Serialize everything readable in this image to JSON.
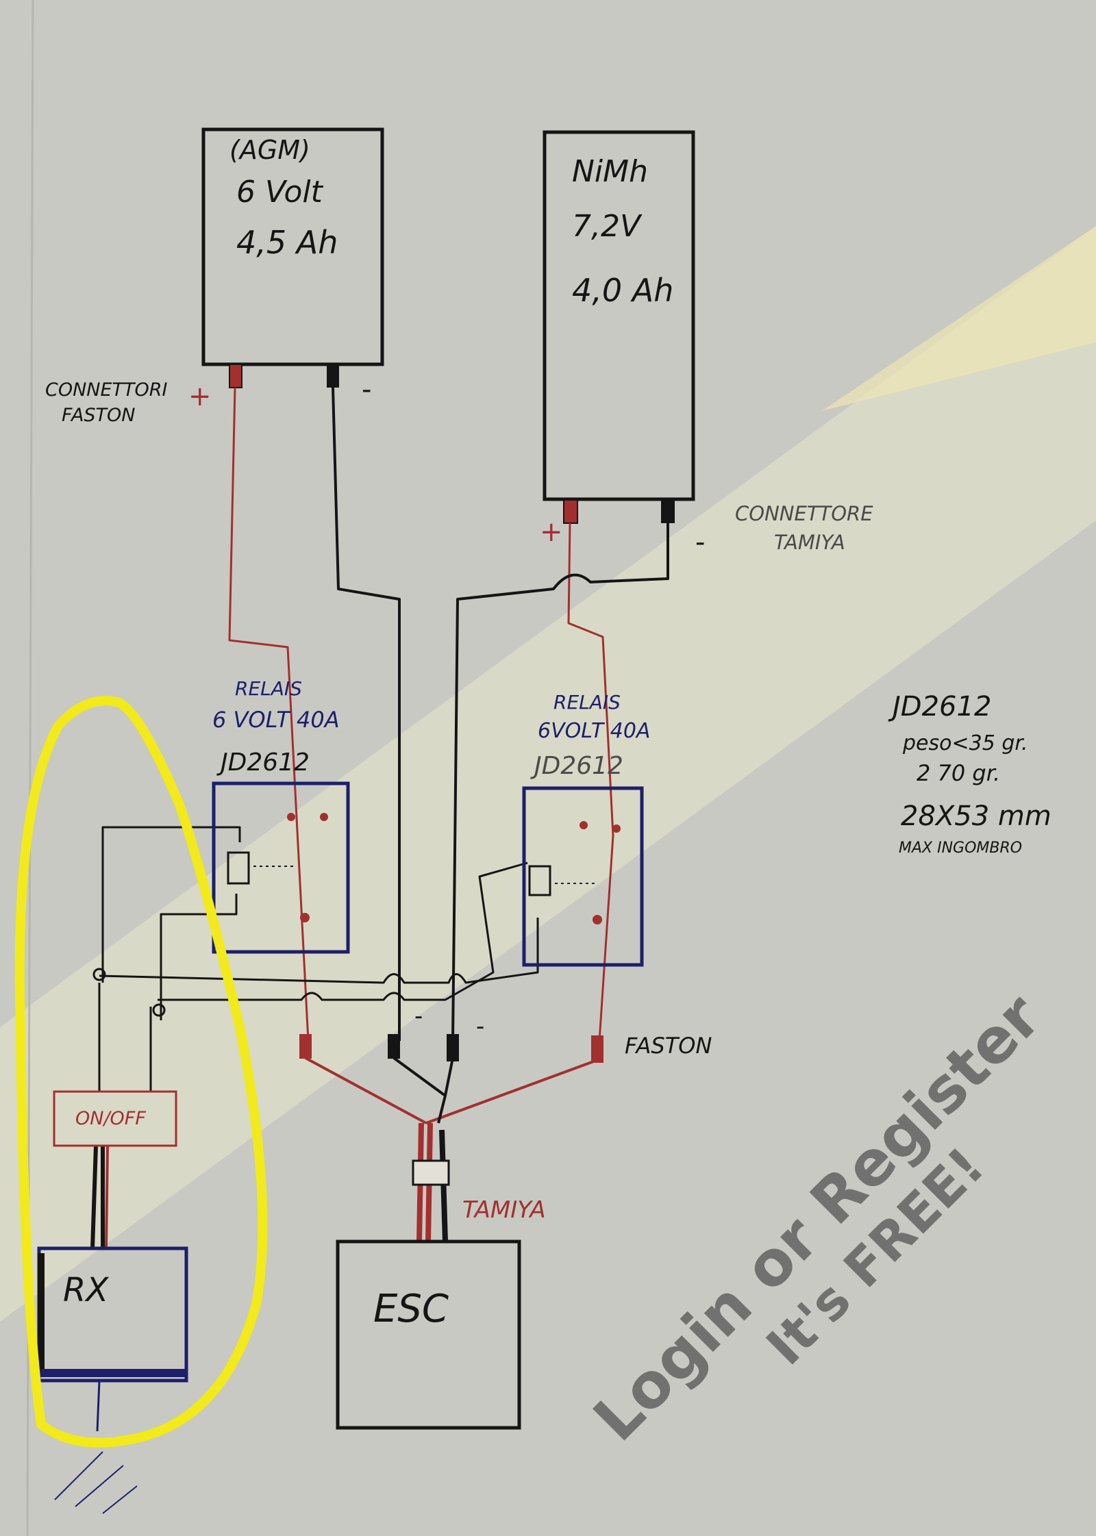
{
  "batteries": [
    {
      "type": "(AGM)",
      "voltage": "6 Volt",
      "capacity": "4,5 Ah"
    },
    {
      "type": "NiMh",
      "voltage": "7,2V",
      "capacity": "4,0 Ah"
    }
  ],
  "labels": {
    "faston_connectors_line1": "CONNETTORI",
    "faston_connectors_line2": "FASTON",
    "plus": "+",
    "minus": "-",
    "tamiya_connector_line1": "CONNETTORE",
    "tamiya_connector_line2": "TAMIYA",
    "faston": "FASTON",
    "tamiya": "TAMIYA",
    "on_off": "ON/OFF",
    "rx": "RX",
    "esc": "ESC"
  },
  "relays": [
    {
      "title": "RELAIS",
      "spec": "6 VOLT 40A",
      "model": "JD2612"
    },
    {
      "title": "RELAIS",
      "spec": "6VOLT 40A",
      "model": "JD2612"
    }
  ],
  "notes": {
    "model": "JD2612",
    "weight": "peso<35 gr.",
    "weight_two": "2 70 gr.",
    "size": "28X53 mm",
    "size_note": "MAX INGOMBRO"
  },
  "watermark": {
    "line1": "Login or Register",
    "line2": "It's FREE!"
  },
  "colors": {
    "paper": "#c8c9c3",
    "ink_black": "#151515",
    "ink_red": "#a2302f",
    "ink_blue": "#1c1f6a",
    "highlight": "#f2ea1a"
  }
}
